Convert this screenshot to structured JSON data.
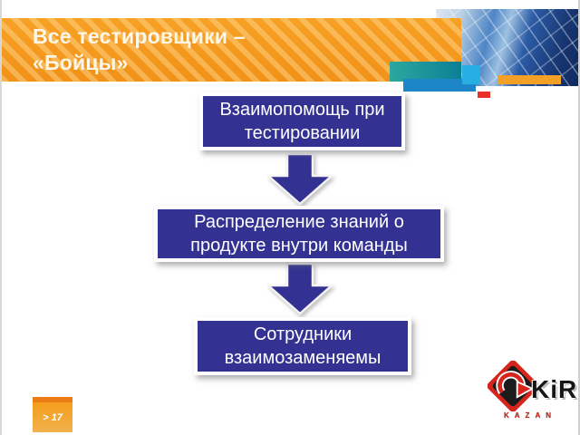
{
  "slide": {
    "title": {
      "line1": "Все тестировщики –",
      "line2": "«Бойцы»"
    },
    "flow": {
      "boxes": [
        {
          "label": "Взаимопомощь при тестировании"
        },
        {
          "label": "Распределение знаний о продукте внутри команды"
        },
        {
          "label": "Сотрудники взаимозаменяемы"
        }
      ]
    },
    "footer": {
      "page_number": "> 17"
    },
    "logo": {
      "brand": "KiR",
      "city": "KAZAN"
    },
    "colors": {
      "banner_orange": "#F29118",
      "box_blue": "#333293",
      "teal": "#1E9EA6",
      "bright_blue": "#1C86C8",
      "cyan": "#27AEE3",
      "red": "#E8332A",
      "logo_red": "#D6251D",
      "title_text": "#FCF7E8"
    }
  }
}
